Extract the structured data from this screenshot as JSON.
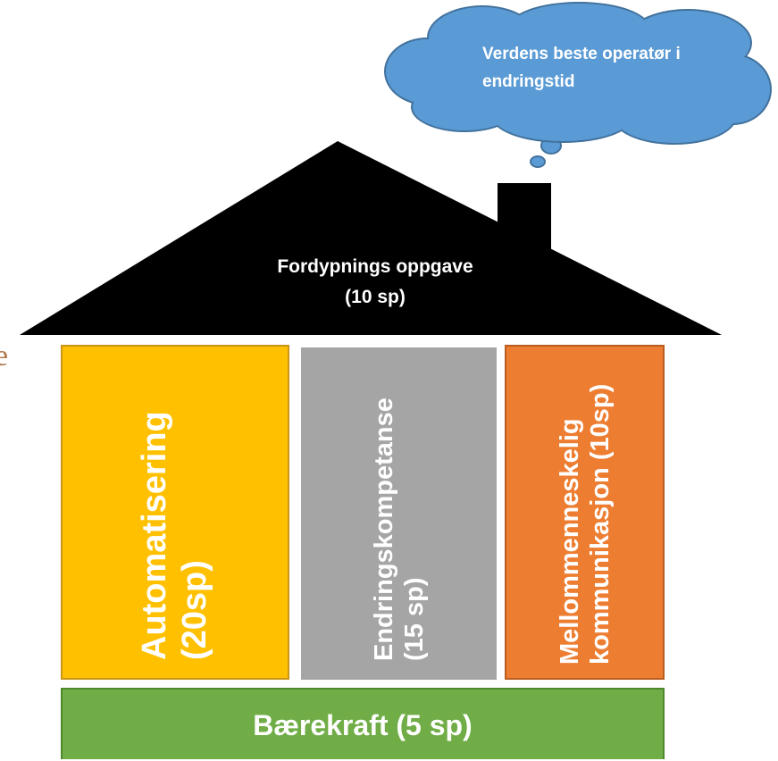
{
  "edge_fragment": "e",
  "cloud": {
    "text": "Verdens beste operatør i endringstid"
  },
  "roof": {
    "text": "Fordypnings oppgave (10 sp)"
  },
  "pillars": [
    {
      "label": "Automatisering (20sp)",
      "color": "#ffc000"
    },
    {
      "label": "Endringskompetanse (15 sp)",
      "color": "#a5a5a5"
    },
    {
      "label": "Mellommenneskelig kommunikasjon (10sp)",
      "color": "#ed7d31"
    }
  ],
  "foundation": {
    "label": "Bærekraft (5 sp)",
    "color": "#70ad47"
  },
  "colors": {
    "roof": "#000000",
    "cloud_fill": "#5b9bd5",
    "cloud_outline": "#41719c"
  }
}
